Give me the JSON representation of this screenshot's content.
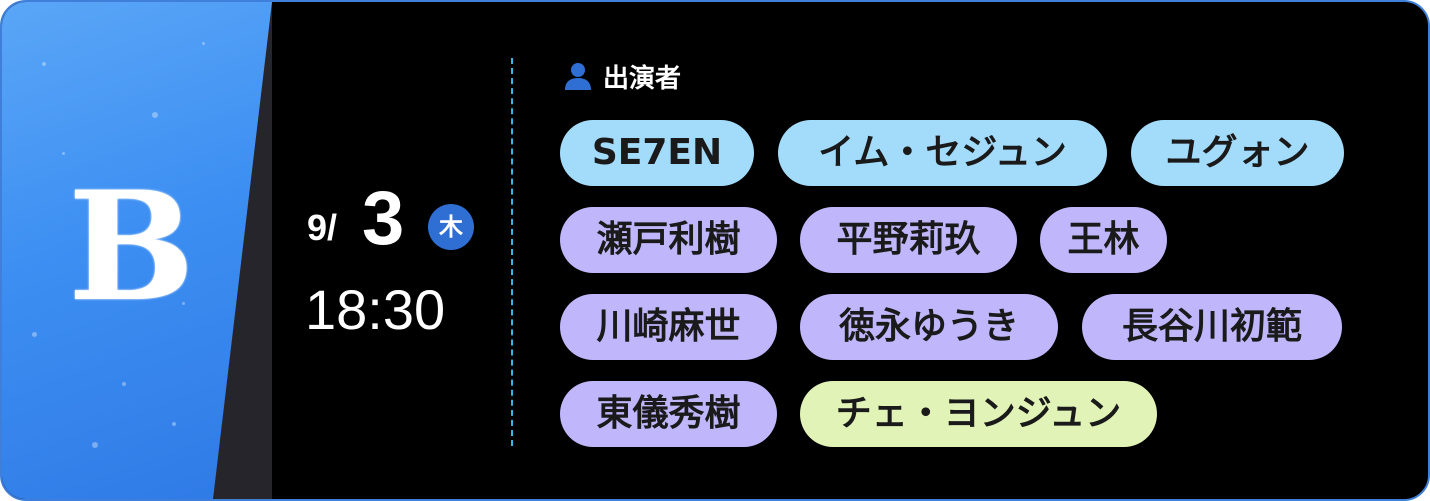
{
  "badge": {
    "letter": "B"
  },
  "schedule": {
    "month": "9/",
    "day": "3",
    "weekday": "木",
    "time": "18:30"
  },
  "cast": {
    "label": "出演者",
    "performers": [
      {
        "name": "SE7EN",
        "color": "#a3dcfb"
      },
      {
        "name": "イム・セジュン",
        "color": "#a3dcfb"
      },
      {
        "name": "ユグォン",
        "color": "#a3dcfb"
      },
      {
        "name": "瀬戸利樹",
        "color": "#c0b6fc"
      },
      {
        "name": "平野莉玖",
        "color": "#c0b6fc"
      },
      {
        "name": "王林",
        "color": "#c0b6fc"
      },
      {
        "name": "川崎麻世",
        "color": "#c0b6fc"
      },
      {
        "name": "徳永ゆうき",
        "color": "#c0b6fc"
      },
      {
        "name": "長谷川初範",
        "color": "#c0b6fc"
      },
      {
        "name": "東儀秀樹",
        "color": "#c0b6fc"
      },
      {
        "name": "チェ・ヨンジュン",
        "color": "#e2f3b7"
      }
    ]
  }
}
